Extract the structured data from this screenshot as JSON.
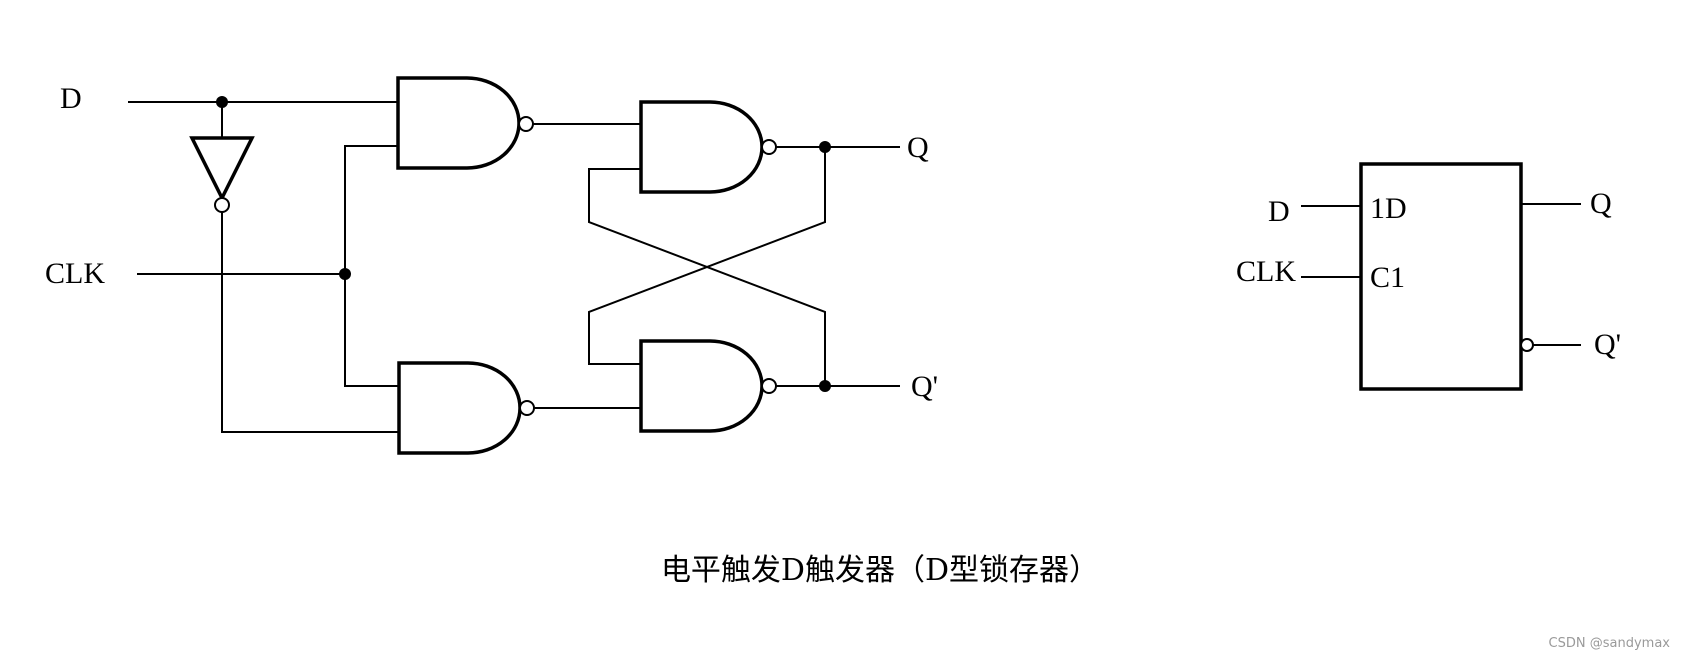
{
  "circuit": {
    "input_d": "D",
    "input_clk": "CLK",
    "output_q": "Q",
    "output_qn": "Q'"
  },
  "symbol": {
    "input_d": "D",
    "input_clk": "CLK",
    "pin_1d": "1D",
    "pin_c1": "C1",
    "output_q": "Q",
    "output_qn": "Q'"
  },
  "caption": "电平触发D触发器（D型锁存器）",
  "watermark": "CSDN @sandymax"
}
